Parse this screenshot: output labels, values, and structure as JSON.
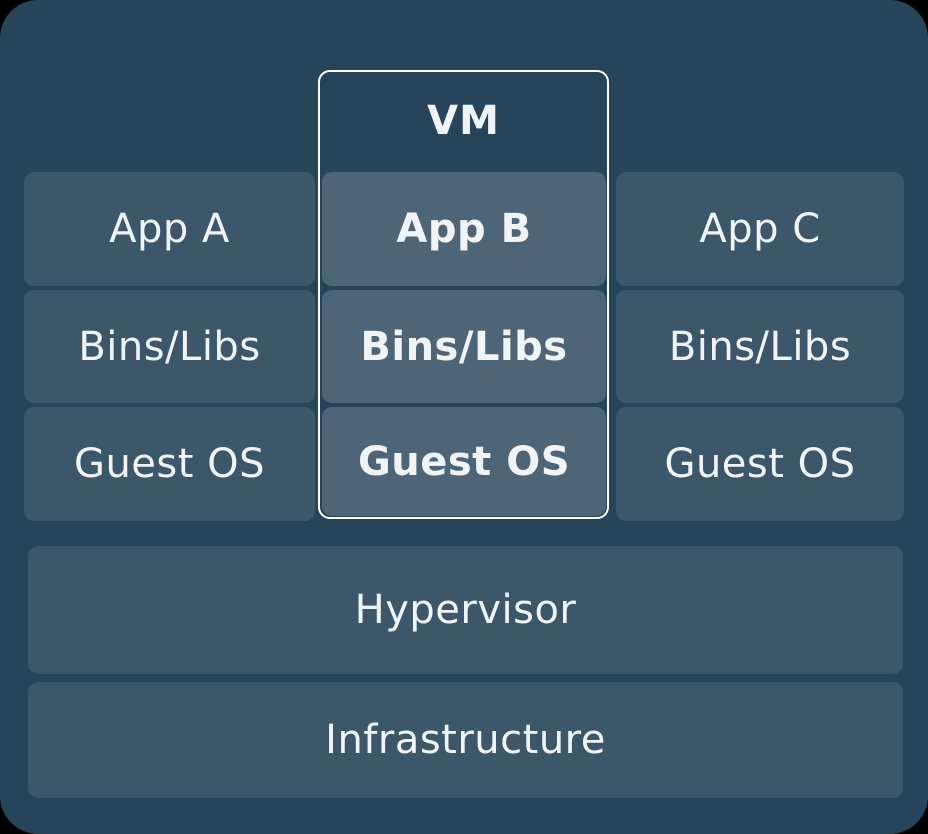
{
  "vm": {
    "label": "VM"
  },
  "columns": {
    "left": {
      "app": "App A",
      "bins": "Bins/Libs",
      "os": "Guest OS"
    },
    "middle": {
      "app": "App B",
      "bins": "Bins/Libs",
      "os": "Guest OS"
    },
    "right": {
      "app": "App C",
      "bins": "Bins/Libs",
      "os": "Guest OS"
    }
  },
  "base": {
    "hypervisor": "Hypervisor",
    "infrastructure": "Infrastructure"
  },
  "colors": {
    "page_background": "#000000",
    "canvas_background": "#26455a",
    "box_background": "#3c566a",
    "highlight_box_background": "#4e6578",
    "vm_border": "#ffffff",
    "text": "#f1f4f6"
  }
}
